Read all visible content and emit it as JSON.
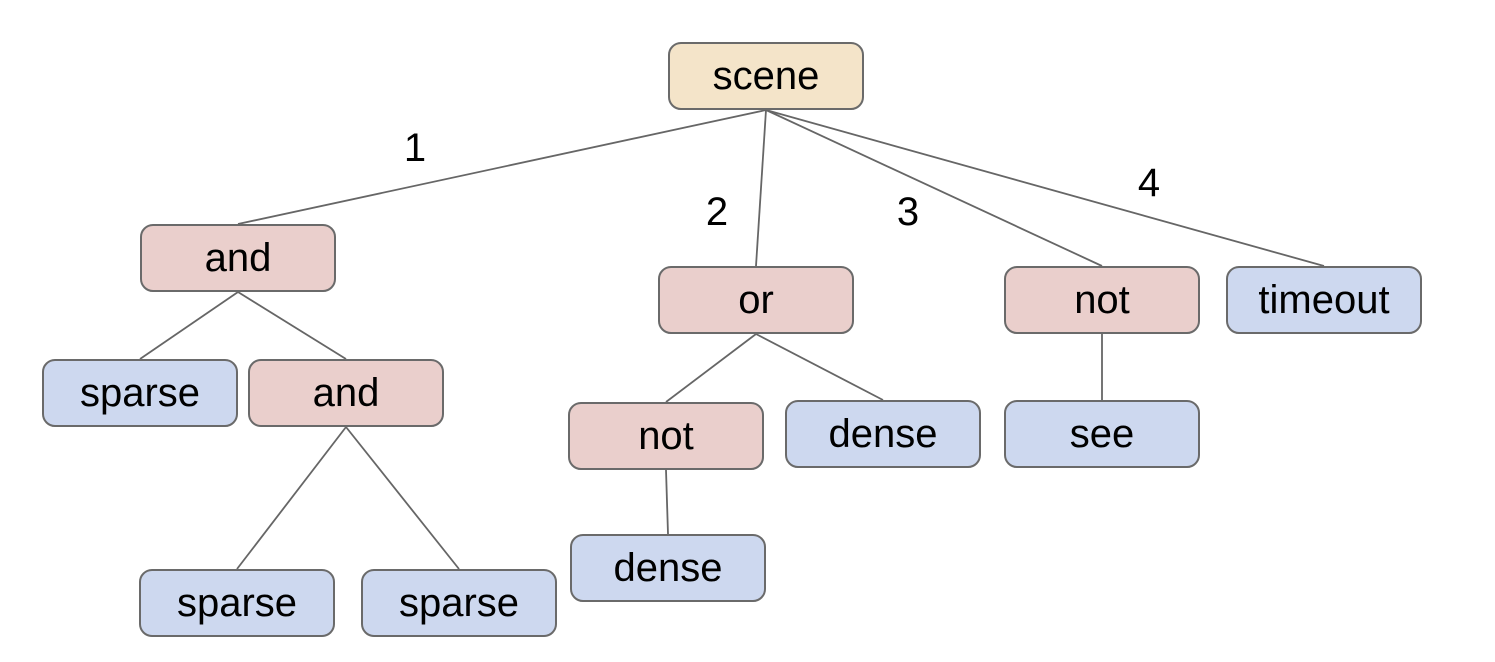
{
  "palette": {
    "root_fill": "#f4e4c9",
    "operator_fill": "#eacfcc",
    "leaf_fill": "#cdd8ef",
    "node_border": "#6a6a6a",
    "edge_color": "#666666",
    "text_color": "#000000",
    "canvas_bg": "#ffffff"
  },
  "nodes": {
    "scene": {
      "label": "scene",
      "kind": "root"
    },
    "and1": {
      "label": "and",
      "kind": "operator"
    },
    "or1": {
      "label": "or",
      "kind": "operator"
    },
    "not1": {
      "label": "not",
      "kind": "operator"
    },
    "timeout": {
      "label": "timeout",
      "kind": "leaf"
    },
    "sparse1": {
      "label": "sparse",
      "kind": "leaf"
    },
    "and2": {
      "label": "and",
      "kind": "operator"
    },
    "not2": {
      "label": "not",
      "kind": "operator"
    },
    "dense1": {
      "label": "dense",
      "kind": "leaf"
    },
    "see": {
      "label": "see",
      "kind": "leaf"
    },
    "sparse2": {
      "label": "sparse",
      "kind": "leaf"
    },
    "sparse3": {
      "label": "sparse",
      "kind": "leaf"
    },
    "dense2": {
      "label": "dense",
      "kind": "leaf"
    }
  },
  "edge_labels": {
    "to_and": "1",
    "to_or": "2",
    "to_not": "3",
    "to_timeout": "4"
  },
  "tree": {
    "label": "scene",
    "children": [
      {
        "edge": "1",
        "label": "and",
        "children": [
          {
            "label": "sparse"
          },
          {
            "label": "and",
            "children": [
              {
                "label": "sparse"
              },
              {
                "label": "sparse"
              }
            ]
          }
        ]
      },
      {
        "edge": "2",
        "label": "or",
        "children": [
          {
            "label": "not",
            "children": [
              {
                "label": "dense"
              }
            ]
          },
          {
            "label": "dense"
          }
        ]
      },
      {
        "edge": "3",
        "label": "not",
        "children": [
          {
            "label": "see"
          }
        ]
      },
      {
        "edge": "4",
        "label": "timeout"
      }
    ]
  }
}
